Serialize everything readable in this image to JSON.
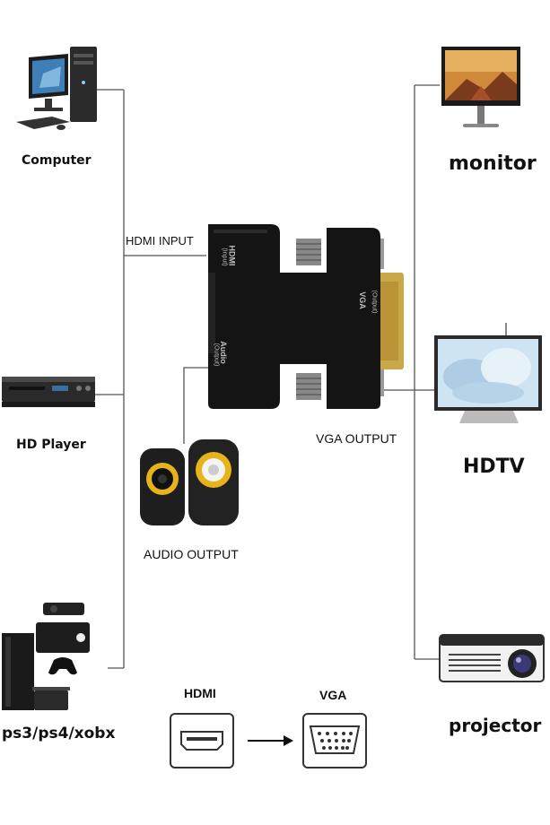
{
  "sources": {
    "computer": "Computer",
    "hd_player": "HD Player",
    "consoles": "ps3/ps4/xobx"
  },
  "outputs": {
    "monitor": "monitor",
    "hdtv": "HDTV",
    "projector": "projector"
  },
  "connections": {
    "hdmi_input": "HDMI INPUT",
    "vga_output": "VGA OUTPUT",
    "audio_output": "AUDIO OUTPUT"
  },
  "adapter": {
    "hdmi_marking": "HDMI",
    "hdmi_sub": "(Input)",
    "vga_marking": "VGA",
    "vga_sub": "(Output)",
    "audio_marking": "Audio",
    "audio_sub": "(Output)"
  },
  "conversion": {
    "from_label": "HDMI",
    "to_label": "VGA"
  },
  "colors": {
    "line": "#555555",
    "adapter_body": "#141414",
    "gold": "#c9a84a",
    "speaker_accent": "#e8b21a"
  }
}
